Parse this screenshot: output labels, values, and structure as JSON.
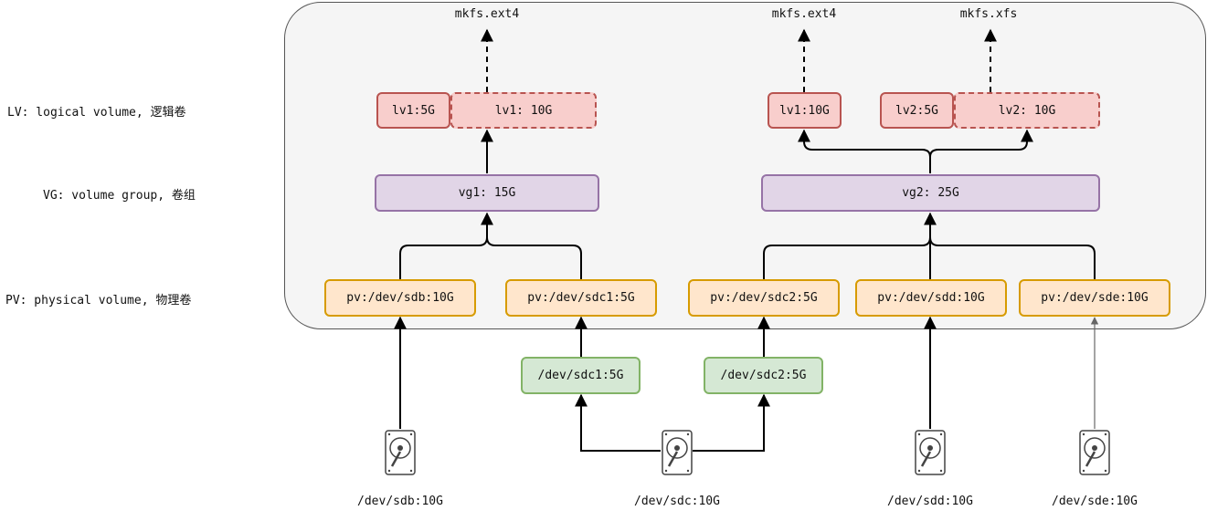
{
  "layers": {
    "lv": "LV: logical volume, 逻辑卷",
    "vg": "VG: volume group, 卷组",
    "pv": "PV: physical volume, 物理卷"
  },
  "mkfs": [
    "mkfs.ext4",
    "mkfs.ext4",
    "mkfs.xfs"
  ],
  "lvs": {
    "lv1_5g": "lv1:5G",
    "lv1_10g_ext": "lv1: 10G",
    "lv1_10g": "lv1:10G",
    "lv2_5g": "lv2:5G",
    "lv2_10g_ext": "lv2: 10G"
  },
  "vgs": {
    "vg1": "vg1: 15G",
    "vg2": "vg2: 25G"
  },
  "pvs": {
    "sdb": "pv:/dev/sdb:10G",
    "sdc1": "pv:/dev/sdc1:5G",
    "sdc2": "pv:/dev/sdc2:5G",
    "sdd": "pv:/dev/sdd:10G",
    "sde": "pv:/dev/sde:10G"
  },
  "partitions": {
    "sdc1": "/dev/sdc1:5G",
    "sdc2": "/dev/sdc2:5G"
  },
  "disks": {
    "sdb": "/dev/sdb:10G",
    "sdc": "/dev/sdc:10G",
    "sdd": "/dev/sdd:10G",
    "sde": "/dev/sde:10G"
  },
  "icons": {
    "disk": "hard-disk-icon"
  },
  "colors": {
    "pv_fill": "#ffe6cc",
    "pv_stroke": "#d79b00",
    "vg_fill": "#e1d5e7",
    "vg_stroke": "#9673a6",
    "lv_fill": "#f8cecc",
    "lv_stroke": "#b85450",
    "part_fill": "#d5e8d4",
    "part_stroke": "#82b366"
  }
}
